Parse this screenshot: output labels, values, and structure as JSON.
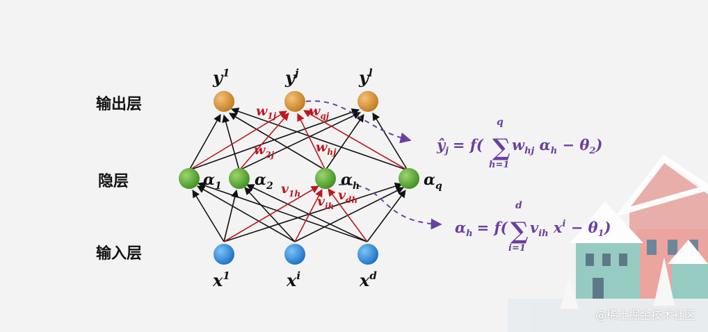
{
  "layers": {
    "output": "输出层",
    "hidden": "隐层",
    "input": "输入层"
  },
  "nodes": {
    "output": [
      {
        "base": "y",
        "sup": "1"
      },
      {
        "base": "y",
        "sup": "j"
      },
      {
        "base": "y",
        "sup": "l"
      }
    ],
    "hidden": [
      {
        "base": "α",
        "sub": "1"
      },
      {
        "base": "α",
        "sub": "2"
      },
      {
        "base": "α",
        "sub": "h"
      },
      {
        "base": "α",
        "sub": "q"
      }
    ],
    "input": [
      {
        "base": "x",
        "sup": "1"
      },
      {
        "base": "x",
        "sup": "i"
      },
      {
        "base": "x",
        "sup": "d"
      }
    ]
  },
  "weights": {
    "w1j": {
      "base": "w",
      "sub": "1j"
    },
    "wqj": {
      "base": "w",
      "sub": "qj"
    },
    "w2j": {
      "base": "w",
      "sub": "2j"
    },
    "whj": {
      "base": "w",
      "sub": "hj"
    },
    "v1h": {
      "base": "v",
      "sub": "1h"
    },
    "vih": {
      "base": "v",
      "sub": "ih"
    },
    "vdh": {
      "base": "v",
      "sub": "dh"
    }
  },
  "formulas": {
    "output": {
      "lhs": "ŷ",
      "lhs_sub": "j",
      "eq": "= f(",
      "sum": "∑",
      "upper": "q",
      "lower": "h=1",
      "term": "w",
      "term_sub": "hj",
      "term2": " α",
      "term2_sub": "h",
      "tail": " − θ",
      "tail_sub": "2",
      "close": ")"
    },
    "hidden": {
      "lhs": "α",
      "lhs_sub": "h",
      "eq": "= f(",
      "sum": "∑",
      "upper": "d",
      "lower": "i=1",
      "term": "v",
      "term_sub": "ih",
      "term2": " x",
      "term2_sup": "i",
      "tail": " − θ",
      "tail_sub": "1",
      "close": ")"
    }
  },
  "watermark": "@稀土掘金技术社区",
  "colors": {
    "output_node": "#d9912e",
    "hidden_node": "#5fae3a",
    "input_node": "#2f8fe0",
    "black_edge": "#111111",
    "red_edge": "#c0161b",
    "formula": "#6b3fa0"
  }
}
